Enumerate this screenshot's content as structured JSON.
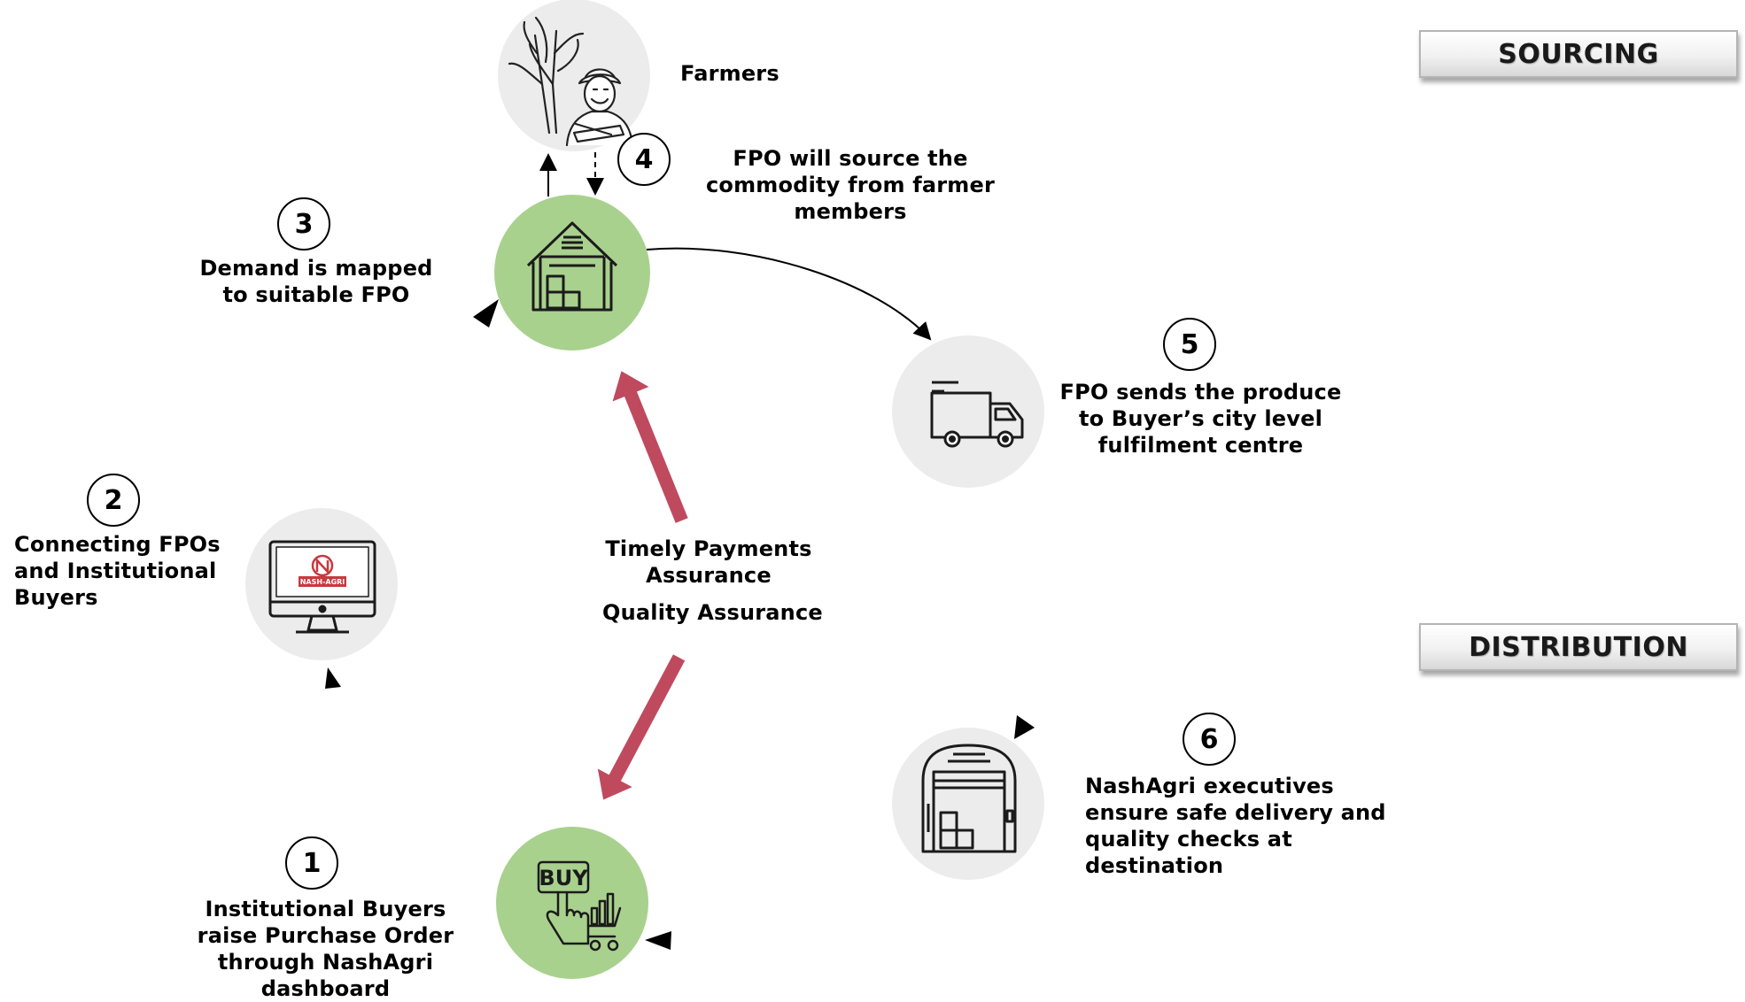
{
  "labels": {
    "farmers": "Farmers",
    "step1": "Institutional Buyers raise Purchase Order through NashAgri dashboard",
    "step2": "Connecting FPOs and Institutional Buyers",
    "step3": "Demand is mapped to suitable FPO",
    "step4": "FPO will source the commodity from farmer members",
    "step5": "FPO sends the produce to Buyer’s city level fulfilment centre",
    "step6": "NashAgri executives ensure safe delivery and quality checks at destination",
    "center_payments": "Timely Payments Assurance",
    "center_quality": "Quality Assurance"
  },
  "numbers": {
    "n1": "1",
    "n2": "2",
    "n3": "3",
    "n4": "4",
    "n5": "5",
    "n6": "6"
  },
  "badges": {
    "sourcing": "SOURCING",
    "distribution": "DISTRIBUTION"
  },
  "logo_text": "NASH-AGRI",
  "buy_text": "BUY",
  "colors": {
    "green_node": "#a9d18e",
    "grey_node": "#ececec",
    "assurance_arrow": "#bf4a5e",
    "logo_red": "#c8393f"
  },
  "icons": {
    "farmer": "farmer-with-sugarcane-icon",
    "fpo": "warehouse-icon",
    "truck": "delivery-truck-icon",
    "monitor": "computer-monitor-icon",
    "buy": "buy-cart-icon",
    "fulfilment": "fulfilment-centre-icon"
  }
}
